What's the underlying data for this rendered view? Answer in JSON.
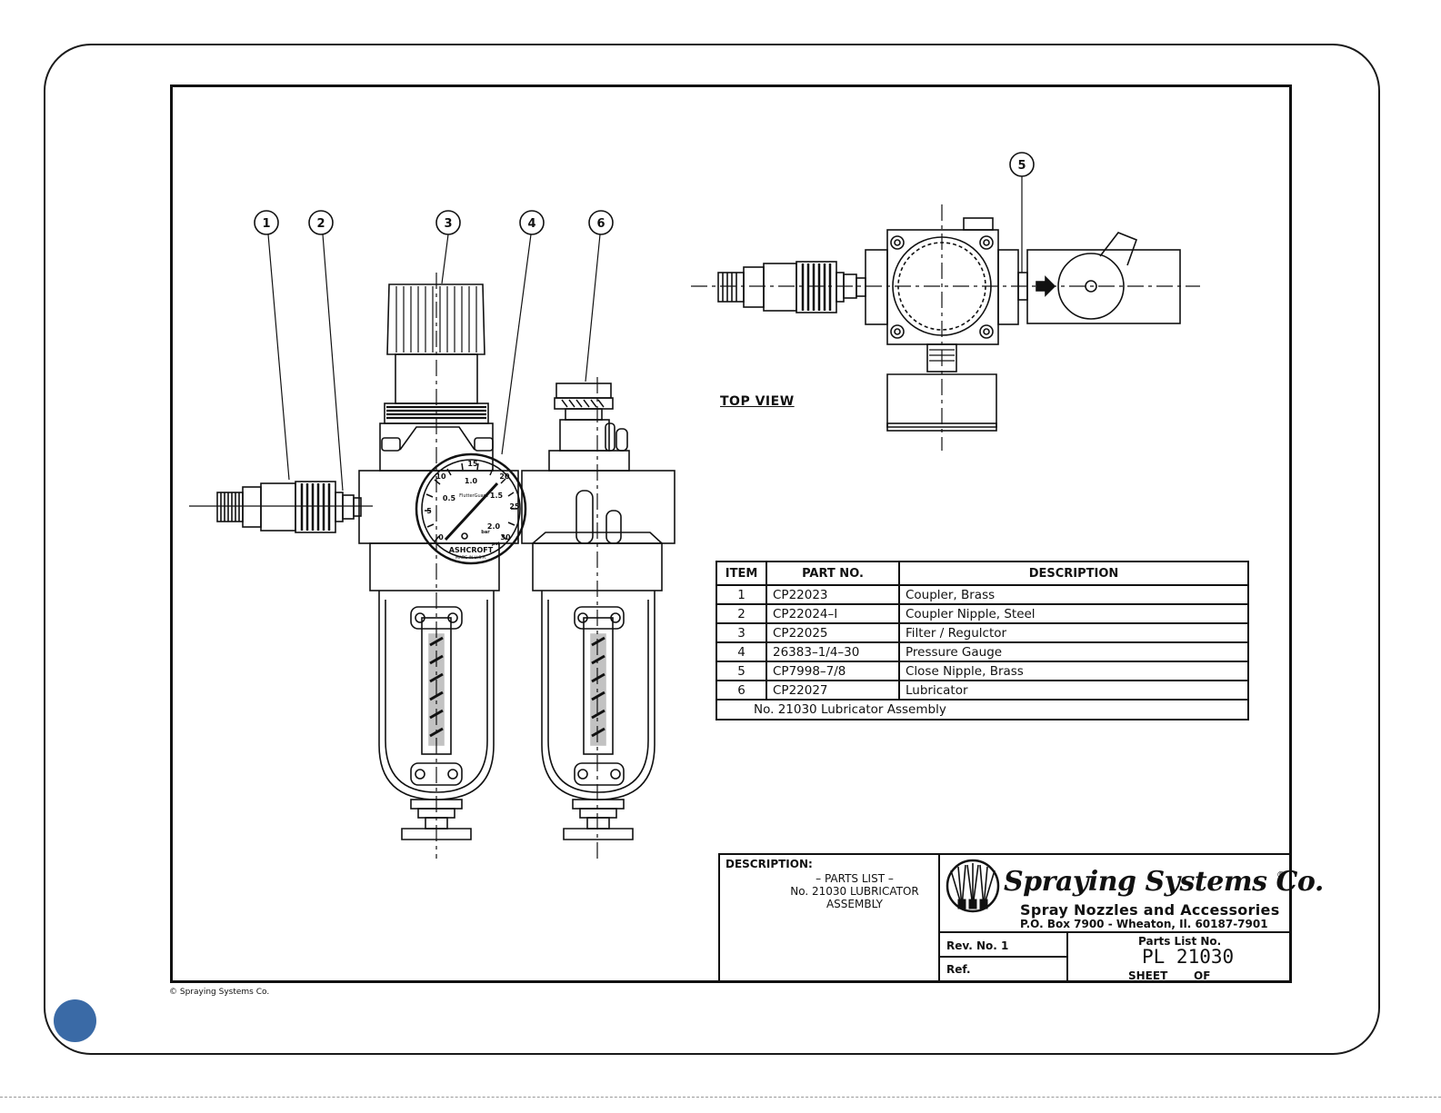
{
  "callouts": [
    "1",
    "2",
    "3",
    "4",
    "6",
    "5"
  ],
  "top_view_label": "TOP VIEW",
  "gauge": {
    "ticks": [
      "10",
      "15",
      "20",
      "25",
      "30",
      "0.5",
      "1.0",
      "1.5",
      "2.0",
      "5",
      "0"
    ],
    "brand": "ASHCROFT",
    "made_in": "MADE IN U.S.A.",
    "model": "FlutterGuard",
    "unit_psi": "psi",
    "unit_bar": "bar"
  },
  "parts_table": {
    "headers": [
      "ITEM",
      "PART NO.",
      "DESCRIPTION"
    ],
    "rows": [
      {
        "item": "1",
        "part": "CP22023",
        "desc": "Coupler, Brass"
      },
      {
        "item": "2",
        "part": "CP22024–I",
        "desc": "Coupler Nipple, Steel"
      },
      {
        "item": "3",
        "part": "CP22025",
        "desc": "Filter / Regulctor"
      },
      {
        "item": "4",
        "part": "26383–1/4–30",
        "desc": "Pressure Gauge"
      },
      {
        "item": "5",
        "part": "CP7998–7/8",
        "desc": "Close Nipple, Brass"
      },
      {
        "item": "6",
        "part": "CP22027",
        "desc": "Lubricator"
      }
    ],
    "footer": "No. 21030 Lubricator Assembly"
  },
  "title_block": {
    "desc_label": "DESCRIPTION:",
    "desc_line1": "– PARTS LIST –",
    "desc_line2": "No. 21030 LUBRICATOR",
    "desc_line3": "ASSEMBLY",
    "company": "Spraying Systems Co.",
    "reg": "®",
    "tagline": "Spray Nozzles and Accessories",
    "address": "P.O. Box 7900 - Wheaton, Il. 60187-7901",
    "rev_label": "Rev. No.  1",
    "ref_label": "Ref.",
    "parts_list_label": "Parts List No.",
    "parts_list_no": "PL 21030",
    "sheet_label": "SHEET",
    "of_label": "OF"
  },
  "copyright": "© Spraying Systems Co."
}
